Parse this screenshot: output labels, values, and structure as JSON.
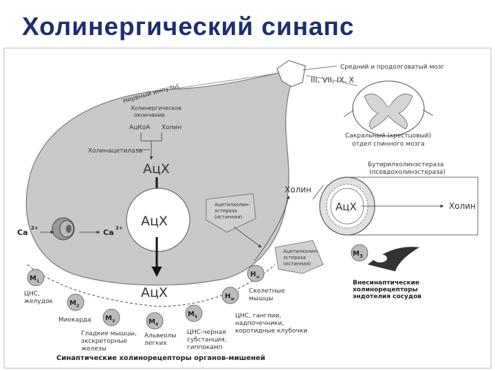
{
  "title": "Холинергический синапс",
  "labels": {
    "nerve_impulse": "Нервный импульс",
    "cholinergic_ending_1": "Холинергическое",
    "cholinergic_ending_2": "окончание",
    "acetyl_coa": "АцКоА",
    "choline_top": "Холин",
    "choline_acetylase": "Холинацетилаза",
    "ach_top": "АцХ",
    "ach_vesicle": "АцХ",
    "ach_cleft": "АцХ",
    "ca_left": "Ca",
    "ca_right": "Ca",
    "ca_sup": "2+",
    "choline_return": "Холин",
    "brain_1": "Средний и продолговатый мозг",
    "nerves": "III, VII, IX, X",
    "sacral_1": "Сакральный (крестцовый)",
    "sacral_2": "отдел спинного мозга",
    "ache_1": "Ацетилхолин-",
    "ache_2": "эстераза",
    "ache_3": "(истинная)",
    "ache2_1": "Ацетилхолин-",
    "ache2_2": "эстераза",
    "ache2_3": "(истинная)",
    "bche_1": "Бутирилхолинэстераза",
    "bche_2": "(псевдохолинэстераза)",
    "vessel_ach": "АцХ",
    "vessel_choline": "Холин",
    "m3_vessel": "M",
    "m3_sub": "3",
    "extrasynaptic_1": "Внесинаптические",
    "extrasynaptic_2": "холинорецепторы",
    "extrasynaptic_3": "эндотелия сосудов",
    "receptors": [
      {
        "label": "M",
        "sub": "1"
      },
      {
        "label": "M",
        "sub": "2"
      },
      {
        "label": "M",
        "sub": "3"
      },
      {
        "label": "M",
        "sub": "4"
      },
      {
        "label": "M",
        "sub": "5"
      },
      {
        "label": "H",
        "sub": "м"
      },
      {
        "label": "H",
        "sub": "н"
      }
    ],
    "cns_stomach_1": "ЦНС,",
    "cns_stomach_2": "желудок",
    "myocardium": "Миокарда",
    "smooth_1": "Гладкие мышцы,",
    "smooth_2": "экскреторные",
    "smooth_3": "железы",
    "alveoli_1": "Альвеолы",
    "alveoli_2": "легких",
    "cns_black_1": "ЦНС-черная",
    "cns_black_2": "субстанция,",
    "cns_black_3": "гиппокамп",
    "ganglia_1": "ЦНС, ганглии,",
    "ganglia_2": "надпочечники,",
    "ganglia_3": "коротидные клубочки",
    "skeletal_1": "Скелетные",
    "skeletal_2": "мышцы",
    "caption": "Синаптические холинорецепторы органов-мишеней"
  }
}
